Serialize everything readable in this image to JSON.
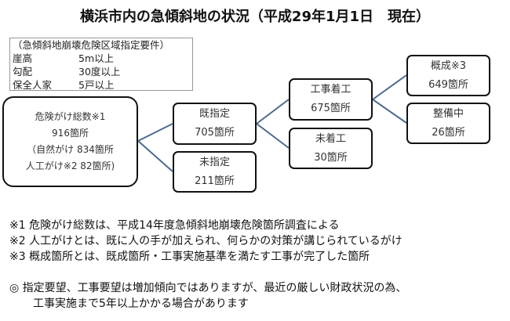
{
  "title": "横浜市内の急傾斜地の状況（平成29年1月1日　現在）",
  "criteria": {
    "heading": "（急傾斜地崩壊危険区域指定要件）",
    "rows": [
      {
        "k": "崖高",
        "v": "5m以上"
      },
      {
        "k": "勾配",
        "v": "30度以上"
      },
      {
        "k": "保全人家",
        "v": "5戸以上"
      }
    ]
  },
  "total": {
    "l1": "危険がけ総数※1",
    "l2": "916箇所",
    "l3": "（自然がけ 834箇所",
    "l4": "人工がけ※2 82箇所)"
  },
  "designated": {
    "label": "既指定",
    "count": "705箇所"
  },
  "undesignated": {
    "label": "未指定",
    "count": "211箇所"
  },
  "started": {
    "label": "工事着工",
    "count": "675箇所"
  },
  "notstarted": {
    "label": "未着工",
    "count": "30箇所"
  },
  "completed": {
    "label": "概成※3",
    "count": "649箇所"
  },
  "inprogress": {
    "label": "整備中",
    "count": "26箇所"
  },
  "notes": [
    "※1  危険がけ総数は、平成14年度急傾斜地崩壊危険箇所調査による",
    "※2  人工がけとは、既に人の手が加えられ、何らかの対策が講じられているがけ",
    "※3  概成箇所とは、既成箇所・工事実施基準を満たす工事が完了した箇所"
  ],
  "remark": [
    "◎  指定要望、工事要望は増加傾向ではありますが、最近の厳しい財政状況の為、",
    "工事実施まで5年以上かかる場合があります"
  ]
}
